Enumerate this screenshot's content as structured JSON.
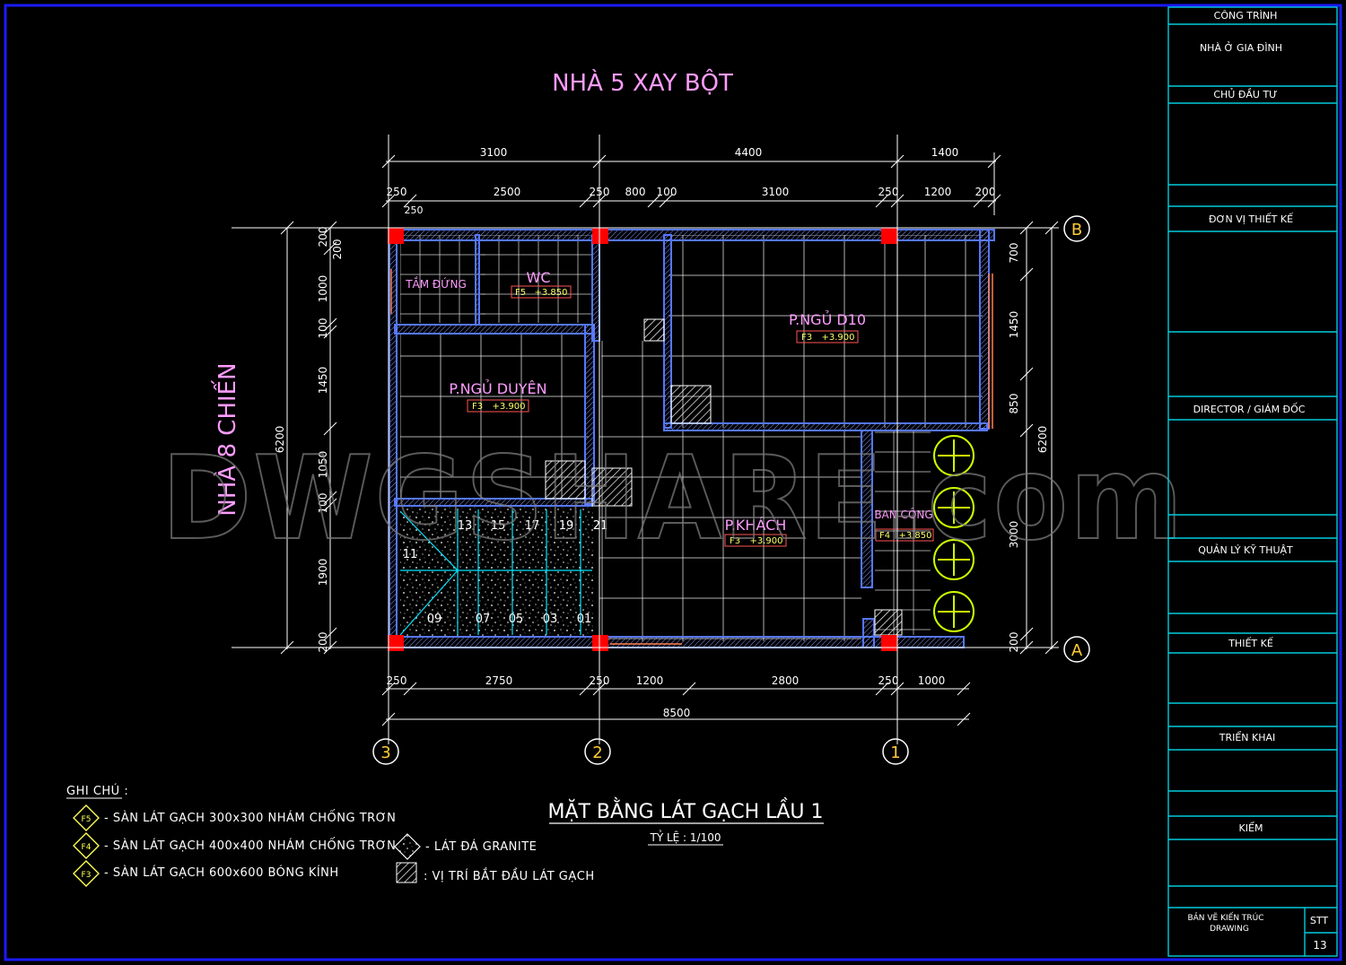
{
  "drawing": {
    "title_top": "NHÀ 5 XAY BỘT",
    "side_label": "NHÀ 8 CHIẾN",
    "watermark": "DWGSHARE.com",
    "plan_title": "MẶT BẰNG LÁT GẠCH LẦU 1",
    "scale": "TỶ LỆ : 1/100"
  },
  "dims": {
    "top_row1": [
      "3100",
      "4400",
      "1400"
    ],
    "top_row2": [
      "250",
      "2500",
      "250",
      "800",
      "100",
      "3100",
      "250",
      "1200",
      "200"
    ],
    "top_row2b": "250",
    "bottom_row1": [
      "250",
      "2750",
      "250",
      "1200",
      "2800",
      "250",
      "1000"
    ],
    "bottom_total": "8500",
    "left": [
      "200",
      "200",
      "1000",
      "100",
      "1450",
      "1050",
      "100",
      "1900",
      "200"
    ],
    "left_total": "6200",
    "right": [
      "700",
      "1450",
      "850",
      "3000",
      "200"
    ],
    "right_total": "6200"
  },
  "axes": {
    "bottom": [
      "3",
      "2",
      "1"
    ],
    "right": [
      "B",
      "A"
    ]
  },
  "rooms": [
    {
      "name": "TẮM ĐỨNG",
      "tag": "",
      "level": ""
    },
    {
      "name": "WC",
      "tag": "F5",
      "level": "+3.850"
    },
    {
      "name": "P.NGỦ D10",
      "tag": "F3",
      "level": "+3.900"
    },
    {
      "name": "P.NGỦ DUYÊN",
      "tag": "F3",
      "level": "+3.900"
    },
    {
      "name": "P.KHÁCH",
      "tag": "F3",
      "level": "+3.900"
    },
    {
      "name": "BAN CÔNG",
      "tag": "F4",
      "level": "+3.850"
    }
  ],
  "stairs": [
    "13",
    "15",
    "17",
    "19",
    "21",
    "11",
    "09",
    "07",
    "05",
    "03",
    "01"
  ],
  "notes": {
    "heading": "GHI CHÚ :",
    "items": [
      {
        "code": "F5",
        "text": "- SÀN LÁT GẠCH 300x300 NHÁM CHỐNG TRƠN"
      },
      {
        "code": "F4",
        "text": "- SÀN LÁT GẠCH 400x400 NHÁM CHỐNG TRƠN"
      },
      {
        "code": "F3",
        "text": "- SÀN LÁT GẠCH 600x600 BÓNG KÍNH"
      }
    ],
    "granite": "- LÁT ĐÁ GRANITE",
    "start": ": VỊ TRÍ BẮT ĐẦU LÁT GẠCH"
  },
  "title_block": {
    "rows": [
      "CÔNG TRÌNH",
      "NHÀ Ở GIA ĐÌNH",
      "CHỦ ĐẦU TƯ",
      "ĐƠN VỊ THIẾT KẾ",
      "DIRECTOR / GIÁM ĐỐC",
      "QUẢN LÝ KỸ THUẬT",
      "THIẾT KẾ",
      "TRIỂN KHAI",
      "KIỂM"
    ],
    "footer_line1": "BẢN VẼ KIẾN TRÚC",
    "footer_line2": "DRAWING",
    "stt_label": "STT",
    "stt_value": "13"
  },
  "colors": {
    "frame": "#0000ff",
    "grid": "#ffffff",
    "wall": "#4466ff",
    "column": "#ff0000",
    "room_text": "#ff9cff",
    "title_block": "#00ccdd",
    "tree": "#ccff00"
  }
}
